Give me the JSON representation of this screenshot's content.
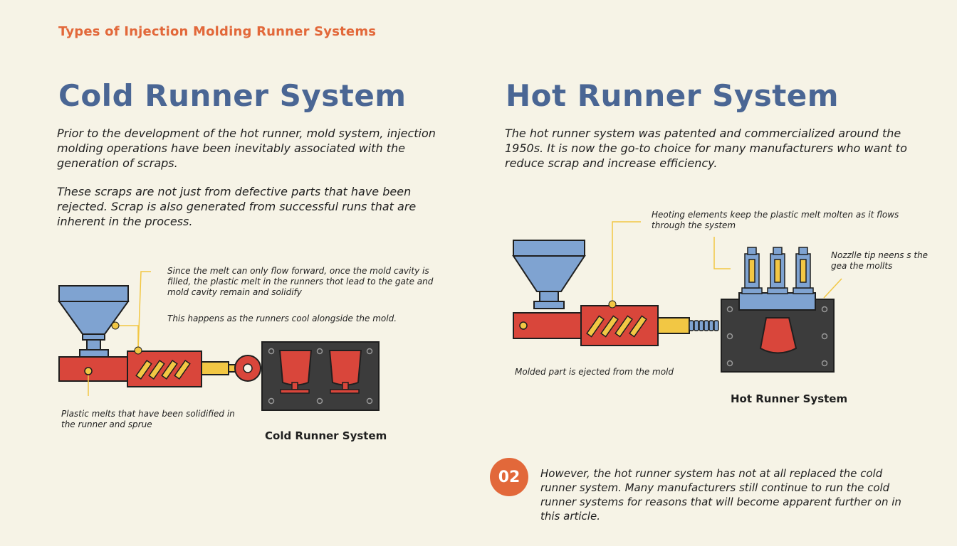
{
  "header": {
    "kicker": "Types of Injection Molding Runner Systems"
  },
  "cold": {
    "title": "Cold Runner System",
    "paragraph1": "Prior to the development of the hot runner, mold system, injection molding operations have been inevitably associated with the generation of scraps.",
    "paragraph2": "These scraps are not just from defective parts that have been rejected. Scrap is also generated from successful runs that are inherent in the process.",
    "note_flow": "Since the melt can only flow forward, once the mold cavity is filled, the plastic melt in the runners thot lead to the gate and mold cavity remain and solidify",
    "note_cool": "This happens as the runners cool alongside the mold.",
    "note_solidified": "Plastic melts that have been solidified in the runner and sprue",
    "caption": "Cold Runner System"
  },
  "hot": {
    "title": "Hot Runner System",
    "paragraph1": "The hot runner system was patented and commercialized around the 1950s. It is now the go-to choice for many manufacturers who want to reduce scrap and increase efficiency.",
    "note_heating": "Heoting elements keep the plastic melt molten as it flows through the system",
    "note_nozzle": "Nozzlle tip neens s the gea the mollts",
    "note_ejected": "Molded part is ejected from the mold",
    "caption": "Hot Runner System"
  },
  "footer": {
    "badge": "02",
    "text": "However, the hot runner system has not at all replaced the cold runner system. Many manufacturers still continue to run the cold runner systems for reasons that will become apparent further on in this article."
  },
  "colors": {
    "accent": "#e2683a",
    "title_blue": "#4a6694",
    "hopper": "#7fa3d1",
    "barrel_red": "#d9463b",
    "yellow": "#f2c744",
    "mold_dark": "#3c3c3c"
  }
}
